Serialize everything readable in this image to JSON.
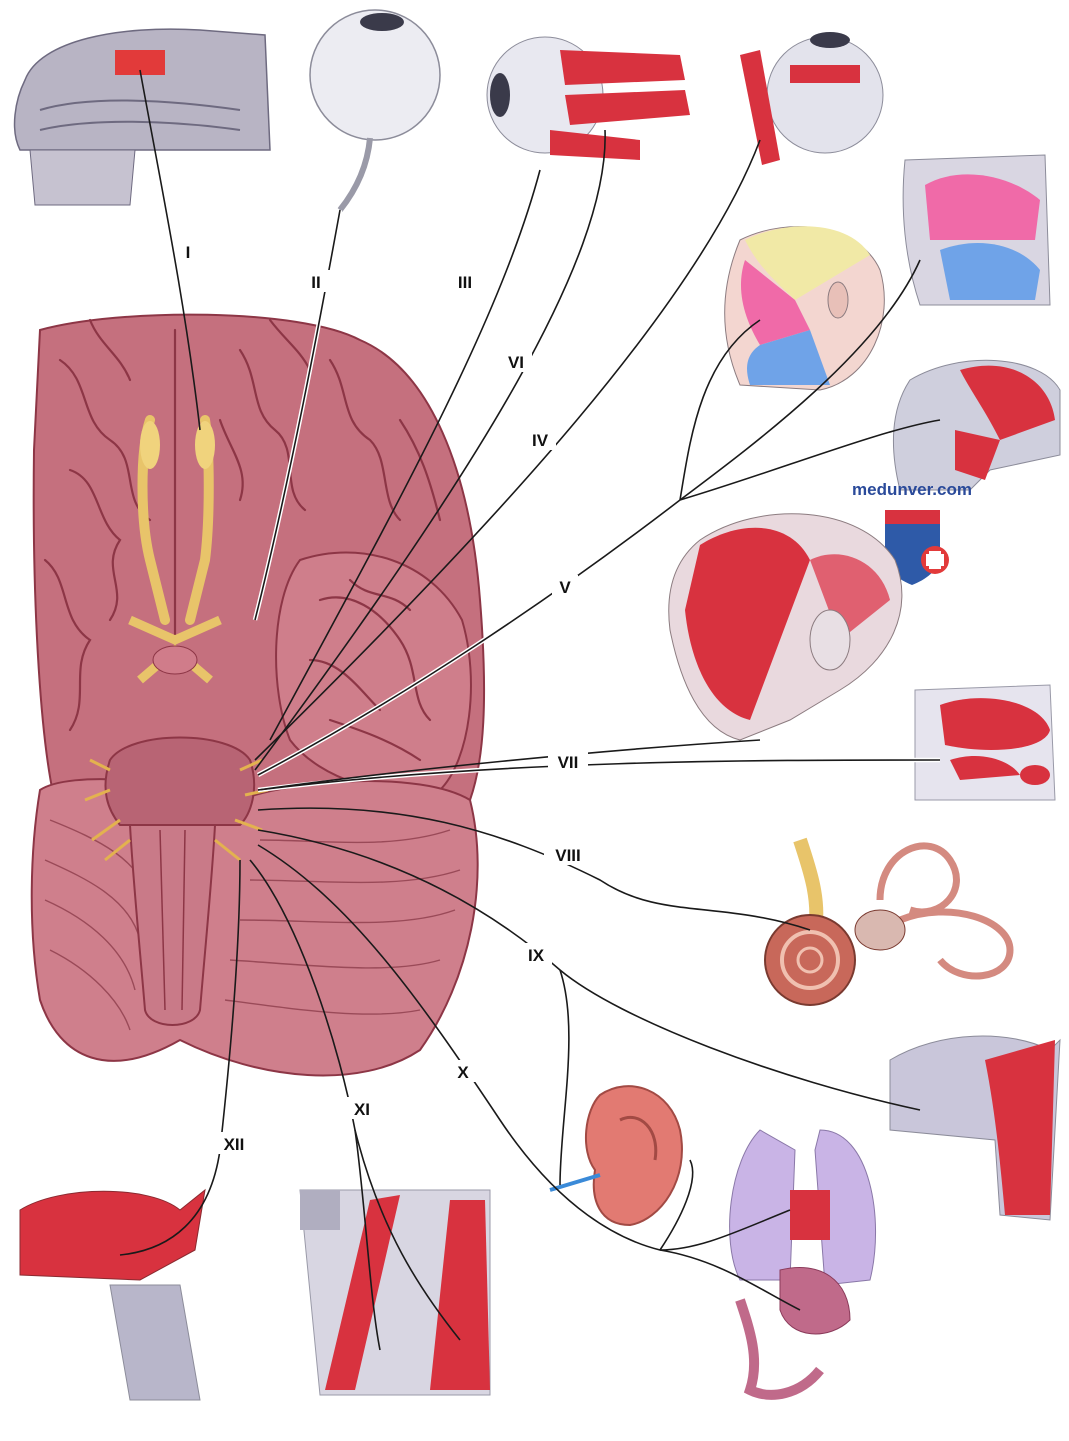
{
  "nerve_labels": {
    "I": "I",
    "II": "II",
    "III": "III",
    "IV": "IV",
    "V": "V",
    "VI": "VI",
    "VII": "VII",
    "VIII": "VIII",
    "IX": "IX",
    "X": "X",
    "XI": "XI",
    "XII": "XII"
  },
  "watermark": "medunver.com",
  "colors": {
    "brain": "#c5707e",
    "brain_dark": "#8d3646",
    "muscle_red": "#d8323f",
    "tract_yellow": "#e8c46a",
    "bone_gray": "#a9a7b8",
    "face_yellow": "#f1e9a6",
    "face_pink": "#f06aa8",
    "face_blue": "#6fa3e8",
    "watermark_blue": "#2a4a9a",
    "lung_lavender": "#c9b4e6"
  }
}
